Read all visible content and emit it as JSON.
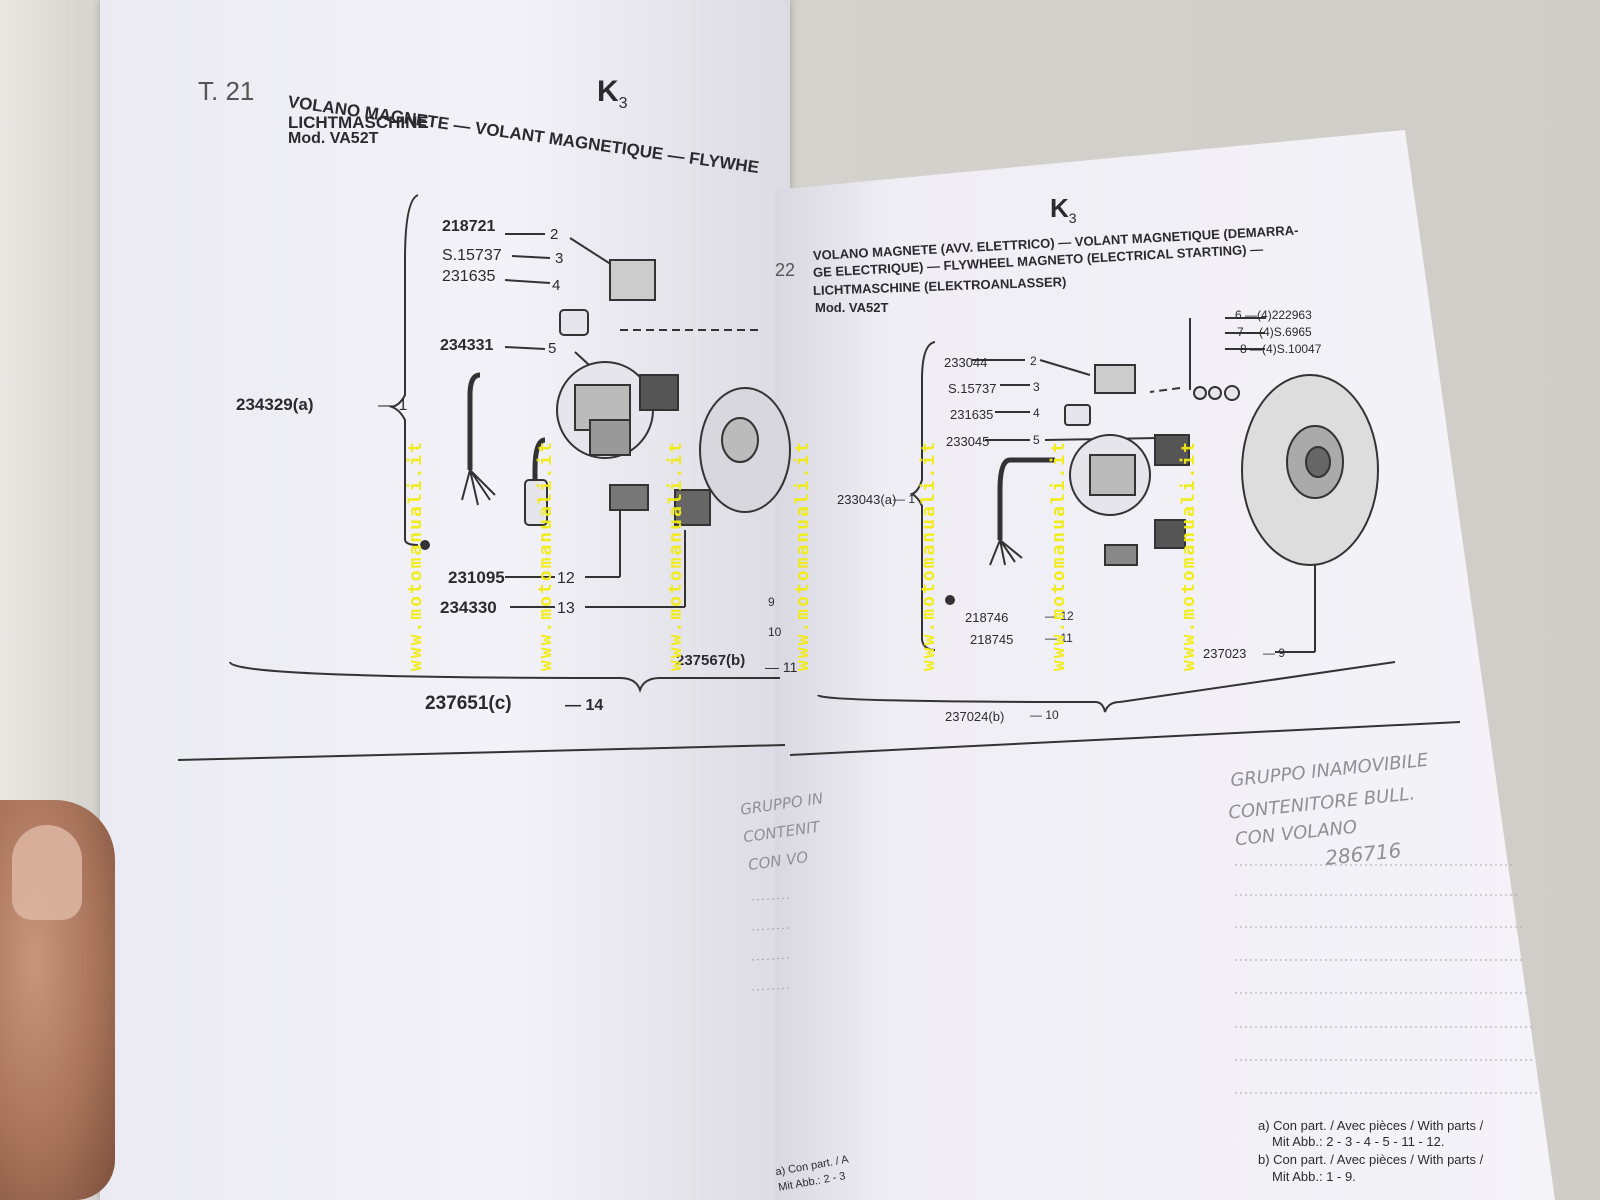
{
  "left_page": {
    "table_no": "T. 21",
    "section": "K",
    "section_sub": "3",
    "title_1": "VOLANO MAGNETE — VOLANT MAGNETIQUE — FLYWHE",
    "title_2": "LICHTMASCHINE",
    "model": "Mod. VA52T",
    "parts": [
      {
        "code": "218721",
        "n": "2"
      },
      {
        "code": "S.15737",
        "n": "3"
      },
      {
        "code": "231635",
        "n": "4"
      },
      {
        "code": "234331",
        "n": "5"
      },
      {
        "code": "234329(a)",
        "n": "1"
      },
      {
        "code": "231095",
        "n": "12"
      },
      {
        "code": "234330",
        "n": "13"
      },
      {
        "code": "237567(b)",
        "n": "11"
      },
      {
        "code": "237651(c)",
        "n": "14"
      }
    ],
    "small_callouts": [
      "9",
      "10"
    ],
    "handwritten": [
      "GRUPPO IN",
      "CONTENIT",
      "CON VO"
    ],
    "footnote_partial": [
      "a) Con part. / A",
      "Mit Abb.: 2 - 3"
    ]
  },
  "right_page": {
    "table_no": "22",
    "section": "K",
    "section_sub": "3",
    "title_1": "VOLANO MAGNETE (AVV. ELETTRICO) — VOLANT MAGNETIQUE (DEMARRA-",
    "title_2": "GE ELECTRIQUE) — FLYWHEEL MAGNETO (ELECTRICAL STARTING) —",
    "title_3": "LICHTMASCHINE (ELEKTROANLASSER)",
    "model": "Mod. VA52T",
    "parts": [
      {
        "code": "233044",
        "n": "2"
      },
      {
        "code": "S.15737",
        "n": "3"
      },
      {
        "code": "231635",
        "n": "4"
      },
      {
        "code": "233045",
        "n": "5"
      },
      {
        "code": "233043(a)",
        "n": "1"
      },
      {
        "code": "218746",
        "n": "12"
      },
      {
        "code": "218745",
        "n": "11"
      },
      {
        "code": "237023",
        "n": "9"
      },
      {
        "code": "237024(b)",
        "n": "10"
      }
    ],
    "hardware": [
      {
        "n": "6",
        "code": "(4)222963"
      },
      {
        "n": "7",
        "code": "(4)S.6965"
      },
      {
        "n": "8",
        "code": "(4)S.10047"
      }
    ],
    "handwritten": [
      "GRUPPO INAMOVIBILE",
      "CONTENITORE BULL.",
      "CON VOLANO",
      "286716"
    ],
    "footnotes": [
      "a) Con part. / Avec pièces / With parts /",
      "Mit Abb.: 2 - 3 - 4 - 5 - 11 - 12.",
      "b) Con part. / Avec pièces / With parts /",
      "Mit Abb.: 1 - 9."
    ]
  },
  "watermark": "www.motomanuali.it"
}
